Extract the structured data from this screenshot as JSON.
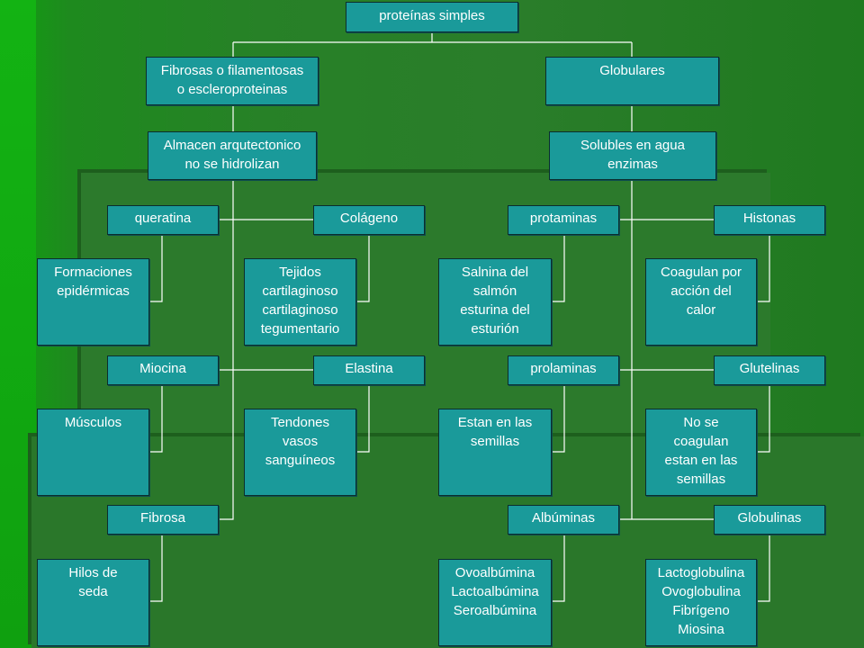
{
  "diagram": {
    "root": "proteínas simples",
    "branches": {
      "fibrous": "Fibrosas o filamentosas\no escleroproteinas",
      "globular": "Globulares"
    },
    "fibrous_desc": "Almacen arqutectonico\nno se hidrolizan",
    "globular_desc": "Solubles en agua\nenzimas",
    "nodes": {
      "queratina": "queratina",
      "colageno": "Colágeno",
      "protaminas": "protaminas",
      "histonas": "Histonas",
      "formaciones": "Formaciones\nepidérmicas",
      "tejidos": "Tejidos\ncartilaginoso\ncartilaginoso\ntegumentario",
      "salnina": "Salnina del\nsalmón\nesturina del\nesturión",
      "coagulan": "Coagulan por\nacción del\ncalor",
      "miocina": "Miocina",
      "elastina": "Elastina",
      "prolaminas": "prolaminas",
      "glutelinas": "Glutelinas",
      "musculos": "Músculos",
      "tendones": "Tendones\nvasos\nsanguíneos",
      "estan": "Estan en las\nsemillas",
      "no_coagulan": "No se\ncoagulan\nestan en las\nsemillas",
      "fibrosa": "Fibrosa",
      "albuminas": "Albúminas",
      "globulinas": "Globulinas",
      "hilos": "Hilos de\nseda",
      "ovo": "Ovoalbúmina\nLactoalbúmina\nSeroalbúmina",
      "lacto": "Lactoglobulina\nOvoglobulina\nFibrígeno\nMiosina"
    }
  },
  "colors": {
    "box_fill": "#1a9a9a",
    "box_border": "#0b2e2e",
    "connector": "#ffffff",
    "background": "#2a7d2a"
  }
}
